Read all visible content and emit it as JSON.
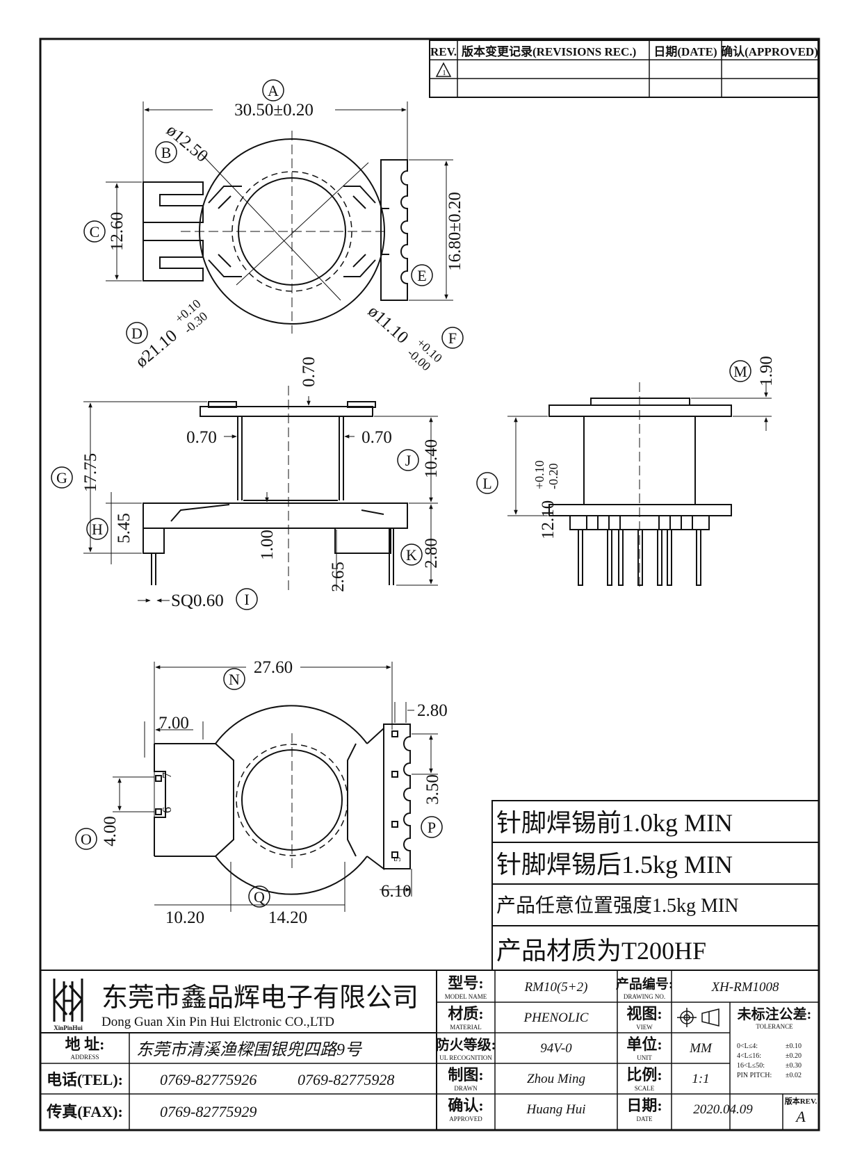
{
  "revision_table": {
    "headers": {
      "rev": "REV.",
      "record": "版本变更记录(REVISIONS REC.)",
      "date": "日期(DATE)",
      "approved": "确认(APPROVED)"
    },
    "row1": {
      "rev": "1"
    }
  },
  "callouts": [
    "A",
    "B",
    "C",
    "D",
    "E",
    "F",
    "G",
    "H",
    "I",
    "J",
    "K",
    "L",
    "M",
    "N",
    "O",
    "P",
    "Q"
  ],
  "top_view": {
    "width": "30.50±0.20",
    "dia_b": "ø12.50",
    "height_c": "12.60",
    "height_e": "16.80±0.20",
    "dia_d_main": "ø21.10",
    "dia_d_tol_plus": "+0.10",
    "dia_d_tol_minus": "-0.30",
    "dia_f_main": "ø11.10",
    "dia_f_tol_plus": "+0.10",
    "dia_f_tol_minus": "-0.00"
  },
  "side_view": {
    "top_gap": "0.70",
    "left_wall": "0.70",
    "right_wall": "0.70",
    "height_g": "17.75",
    "height_j": "10.40",
    "height_h": "5.45",
    "flange": "1.00",
    "pin_k": "2.80",
    "pin_offset": "2.65",
    "pin_sq": "SQ0.60"
  },
  "end_view": {
    "height_m": "1.90",
    "height_l_main": "12.10",
    "height_l_tol_plus": "+0.10",
    "height_l_tol_minus": "-0.20"
  },
  "bottom_view": {
    "width_n": "27.60",
    "pitch_right": "2.80",
    "left_offset": "7.00",
    "pin_pitch": "3.50",
    "height_o": "4.00",
    "right_offset": "6.10",
    "bottom_left": "10.20",
    "bottom_center": "14.20",
    "pin7": "7",
    "pin6": "6",
    "pin5": "5"
  },
  "notes": [
    "针脚焊锡前1.0kg MIN",
    "针脚焊锡后1.5kg MIN",
    "产品任意位置强度1.5kg MIN",
    "产品材质为T200HF"
  ],
  "title_block": {
    "logo_text": "XinPinHui",
    "company_cn": "东莞市鑫品辉电子有限公司",
    "company_en": "Dong Guan Xin Pin Hui Elctronic CO.,LTD",
    "address_label": "地 址:",
    "address_label_en": "ADDRESS",
    "address": "东莞市清溪渔樑围银兜四路9号",
    "tel_label": "电话(TEL):",
    "tel1": "0769-82775926",
    "tel2": "0769-82775928",
    "fax_label": "传真(FAX):",
    "fax": "0769-82775929",
    "model_label": "型号:",
    "model_label_en": "MODEL NAME",
    "model": "RM10(5+2)",
    "material_label": "材质:",
    "material_label_en": "MATERIAL",
    "material": "PHENOLIC",
    "flame_label": "防火等级:",
    "flame_label_en": "UL RECOGNITION",
    "flame": "94V-0",
    "drawn_label": "制图:",
    "drawn_label_en": "DRAWN",
    "drawn": "Zhou Ming",
    "approved_label": "确认:",
    "approved_label_en": "APPROVED",
    "approved": "Huang Hui",
    "drawing_no_label": "产品编号:",
    "drawing_no_label_en": "DRAWING NO.",
    "drawing_no": "XH-RM1008",
    "view_label": "视图:",
    "view_label_en": "VIEW",
    "unit_label": "单位:",
    "unit_label_en": "UNIT",
    "unit": "MM",
    "scale_label": "比例:",
    "scale_label_en": "SCALE",
    "scale": "1:1",
    "date_label": "日期:",
    "date_label_en": "DATE",
    "date": "2020.04.09",
    "tolerance_label": "未标注公差:",
    "tolerance_label_en": "TOLERANCE",
    "tolerances": [
      {
        "range": "0<L≤4:",
        "value": "±0.10"
      },
      {
        "range": "4<L≤16:",
        "value": "±0.20"
      },
      {
        "range": "16<L≤50:",
        "value": "±0.30"
      },
      {
        "range": "PIN PITCH:",
        "value": "±0.02"
      }
    ],
    "version_label": "版本REV.",
    "version": "A"
  }
}
